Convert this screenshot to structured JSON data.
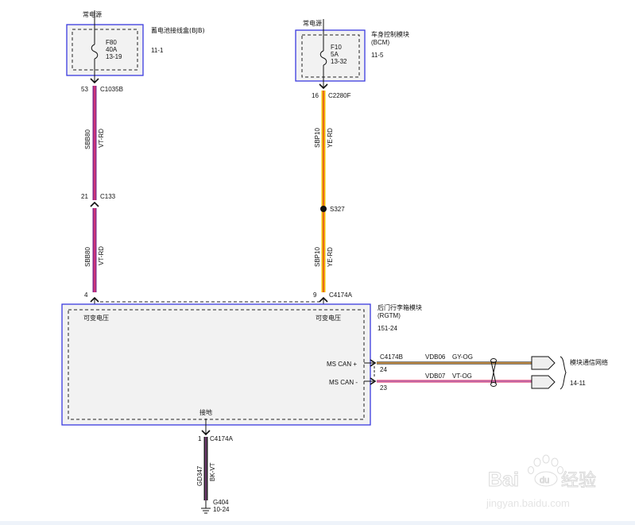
{
  "modules": {
    "bjb": {
      "power_label": "常电源",
      "name": "蓄电池接线盒(BJB)",
      "ref": "11-1",
      "fuse": {
        "id": "F80",
        "rating": "40A",
        "ref": "13-19"
      }
    },
    "bcm": {
      "power_label": "常电源",
      "name_line1": "车身控制模块",
      "name_line2": "(BCM)",
      "ref": "11-5",
      "fuse": {
        "id": "F10",
        "rating": "5A",
        "ref": "13-32"
      }
    },
    "rgtm": {
      "name_line1": "后门行李箱模块",
      "name_line2": "(RGTM)",
      "ref": "151-24",
      "pin_left": "可变电压",
      "pin_right": "可变电压",
      "pin_ground": "接地",
      "ms_can_plus": "MS CAN +",
      "ms_can_minus": "MS CAN -"
    }
  },
  "wires": {
    "left_upper": {
      "pin_top": "53",
      "conn_top": "C1035B",
      "circuit": "SBB80",
      "color": "VT-RD",
      "pin_bottom": "21",
      "conn_bottom": "C133"
    },
    "left_lower": {
      "circuit": "SBB80",
      "color": "VT-RD",
      "pin_bottom": "4"
    },
    "right_upper": {
      "pin_top": "16",
      "conn_top": "C2280F",
      "circuit": "SBP10",
      "color": "YE-RD",
      "splice": "S327"
    },
    "right_lower": {
      "circuit": "SBP10",
      "color": "YE-RD",
      "pin_bottom": "9",
      "conn_bottom": "C4174A"
    },
    "can_high": {
      "connector": "C4174B",
      "pin": "24",
      "circuit": "VDB06",
      "color": "GY-OG"
    },
    "can_low": {
      "pin": "23",
      "circuit": "VDB07",
      "color": "VT-OG"
    },
    "ground": {
      "pin": "1",
      "connector": "C4174A",
      "circuit": "GD347",
      "color": "BK-VT",
      "ground_id": "G404",
      "ground_ref": "10-24"
    }
  },
  "network": {
    "label": "模块通信网络",
    "ref": "14-11"
  },
  "watermark": {
    "brand": "Bai",
    "brand_du": "du",
    "brand_cn": "经验",
    "url": "jingyan.baidu.com"
  },
  "colors": {
    "module_border": "#3a3adf",
    "module_fill": "#f2f2f2",
    "violet": "#8a2b8a",
    "red_stripe": "#ff3b6b",
    "yellow": "#f4c000",
    "gray": "#7a7a7a",
    "orange": "#e8901a",
    "pink": "#f08aa6",
    "black": "#222222"
  }
}
